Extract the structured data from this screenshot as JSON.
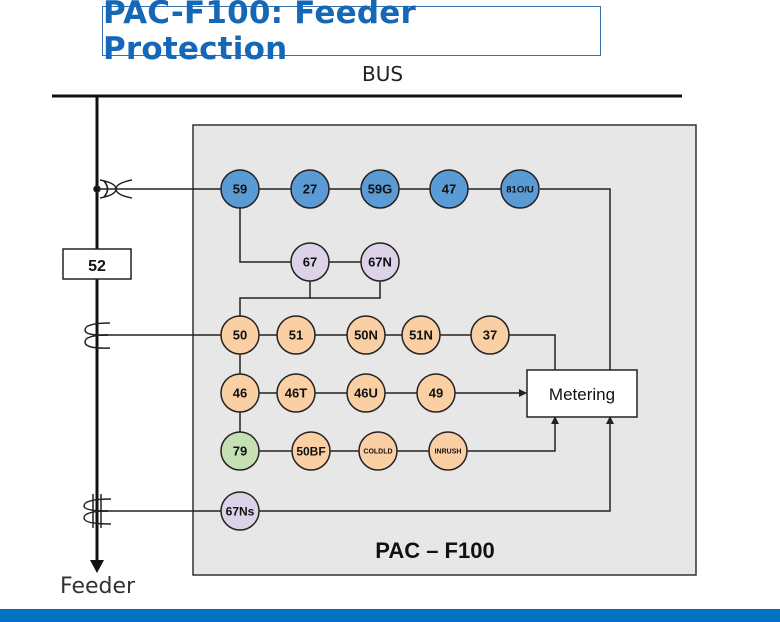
{
  "title": "PAC-F100: Feeder Protection",
  "bus_label": "BUS",
  "feeder_label": "Feeder",
  "breaker_label": "52",
  "device_label": "PAC – F100",
  "metering_label": "Metering",
  "colors": {
    "title": "#1568b8",
    "voltage_relay": "#5b9bd5",
    "directional_relay": "#ddd3e8",
    "current_relay": "#fbcfa4",
    "reclose_relay": "#c5e0b3",
    "device_panel": "#e7e7e7",
    "footer": "#0070c0"
  },
  "relays": {
    "voltage_row": [
      {
        "label": "59",
        "type": "voltage"
      },
      {
        "label": "27",
        "type": "voltage"
      },
      {
        "label": "59G",
        "type": "voltage"
      },
      {
        "label": "47",
        "type": "voltage"
      },
      {
        "label": "81O/U",
        "type": "voltage"
      }
    ],
    "directional_row": [
      {
        "label": "67",
        "type": "directional"
      },
      {
        "label": "67N",
        "type": "directional"
      }
    ],
    "current_row_1": [
      {
        "label": "50",
        "type": "current"
      },
      {
        "label": "51",
        "type": "current"
      },
      {
        "label": "50N",
        "type": "current"
      },
      {
        "label": "51N",
        "type": "current"
      },
      {
        "label": "37",
        "type": "current"
      }
    ],
    "current_row_2": [
      {
        "label": "46",
        "type": "current"
      },
      {
        "label": "46T",
        "type": "current"
      },
      {
        "label": "46U",
        "type": "current"
      },
      {
        "label": "49",
        "type": "current"
      }
    ],
    "current_row_3": [
      {
        "label": "79",
        "type": "reclose"
      },
      {
        "label": "50BF",
        "type": "current"
      },
      {
        "label": "COLDLD",
        "type": "current"
      },
      {
        "label": "INRUSH",
        "type": "current"
      }
    ],
    "sensitive_row": [
      {
        "label": "67Ns",
        "type": "directional"
      }
    ]
  }
}
